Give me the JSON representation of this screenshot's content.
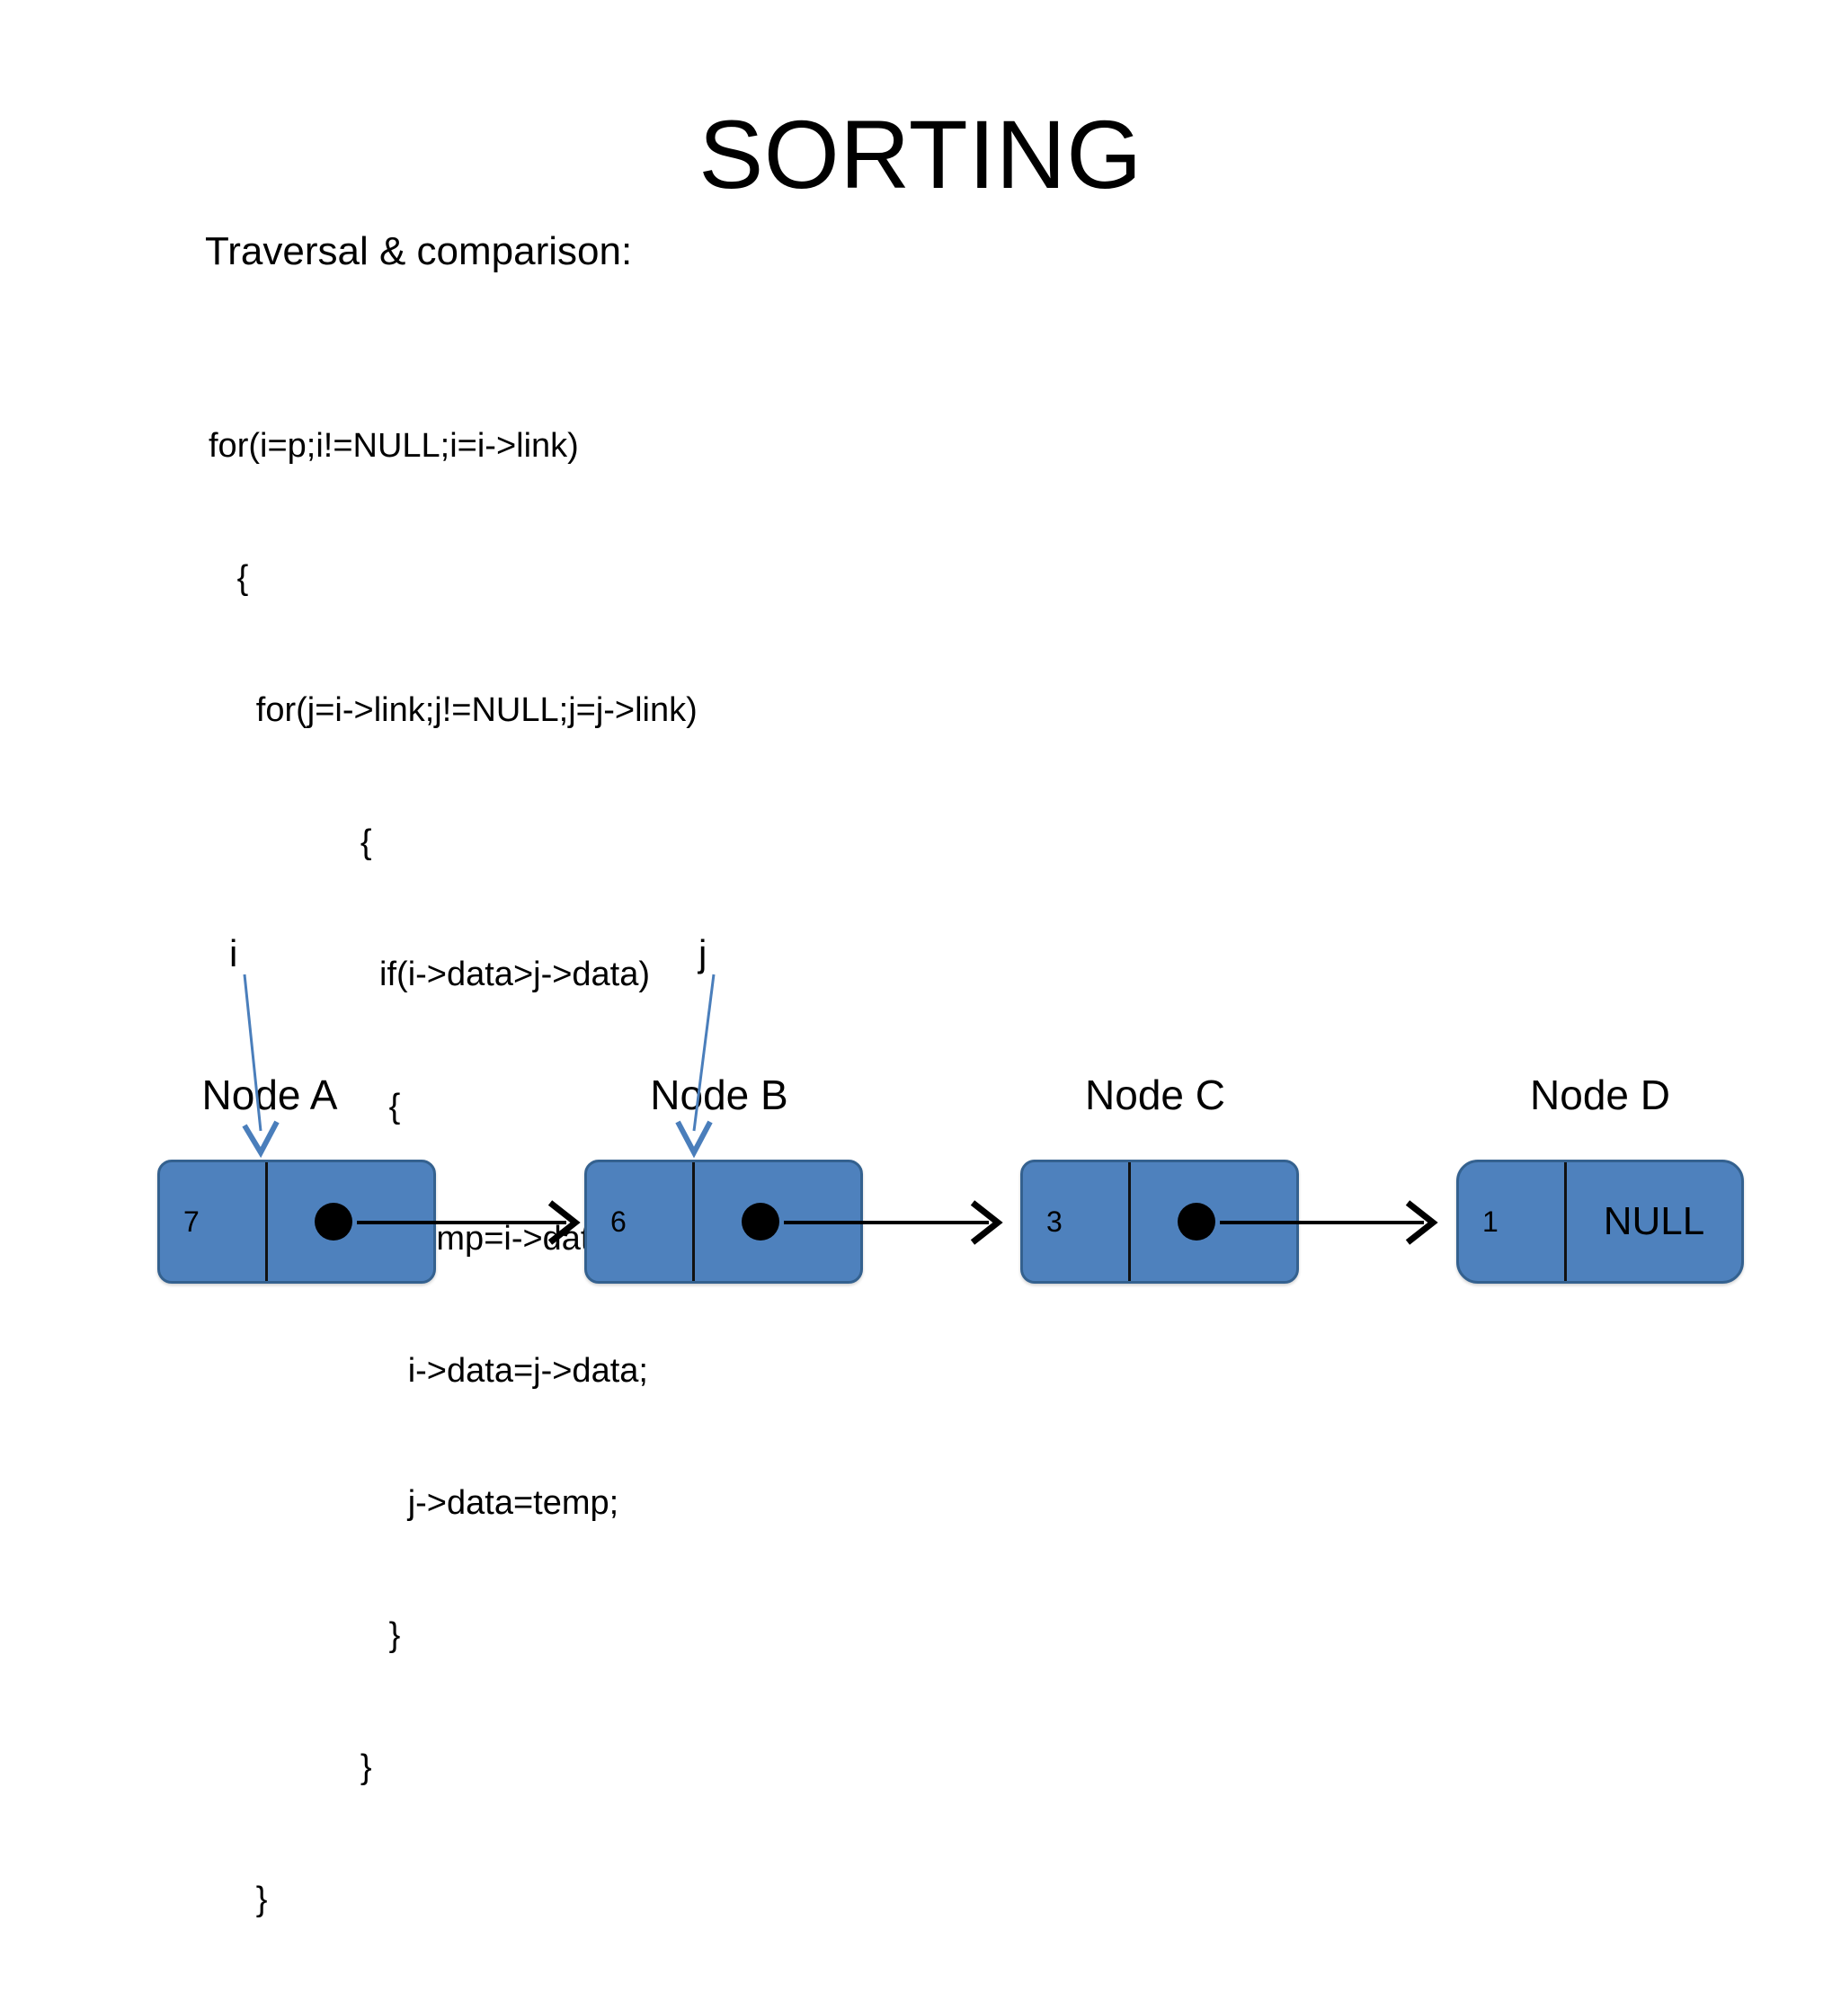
{
  "slide": {
    "title": "SORTING",
    "subtitle": "Traversal & comparison:"
  },
  "code": {
    "lines": [
      "for(i=p;i!=NULL;i=i->link)",
      "   {",
      "     for(j=i->link;j!=NULL;j=j->link)",
      "                {",
      "                  if(i->data>j->data)",
      "                   {",
      "                     temp=i->data;",
      "                     i->data=j->data;",
      "                     j->data=temp;",
      "                   }",
      "                }",
      "     }"
    ]
  },
  "pointers": [
    {
      "label": "i",
      "target": "Node A",
      "color": "#4a7ebb"
    },
    {
      "label": "j",
      "target": "Node B",
      "color": "#4a7ebb"
    }
  ],
  "diagram": {
    "type": "singly-linked-list",
    "node_fill": "#4e81bd",
    "node_border": "#34618f",
    "link_arrow_color": "#000000",
    "nodes": [
      {
        "caption": "Node A",
        "data": "7",
        "link": "pointer"
      },
      {
        "caption": "Node B",
        "data": "6",
        "link": "pointer"
      },
      {
        "caption": "Node C",
        "data": "3",
        "link": "pointer"
      },
      {
        "caption": "Node D",
        "data": "1",
        "link": "NULL"
      }
    ]
  }
}
